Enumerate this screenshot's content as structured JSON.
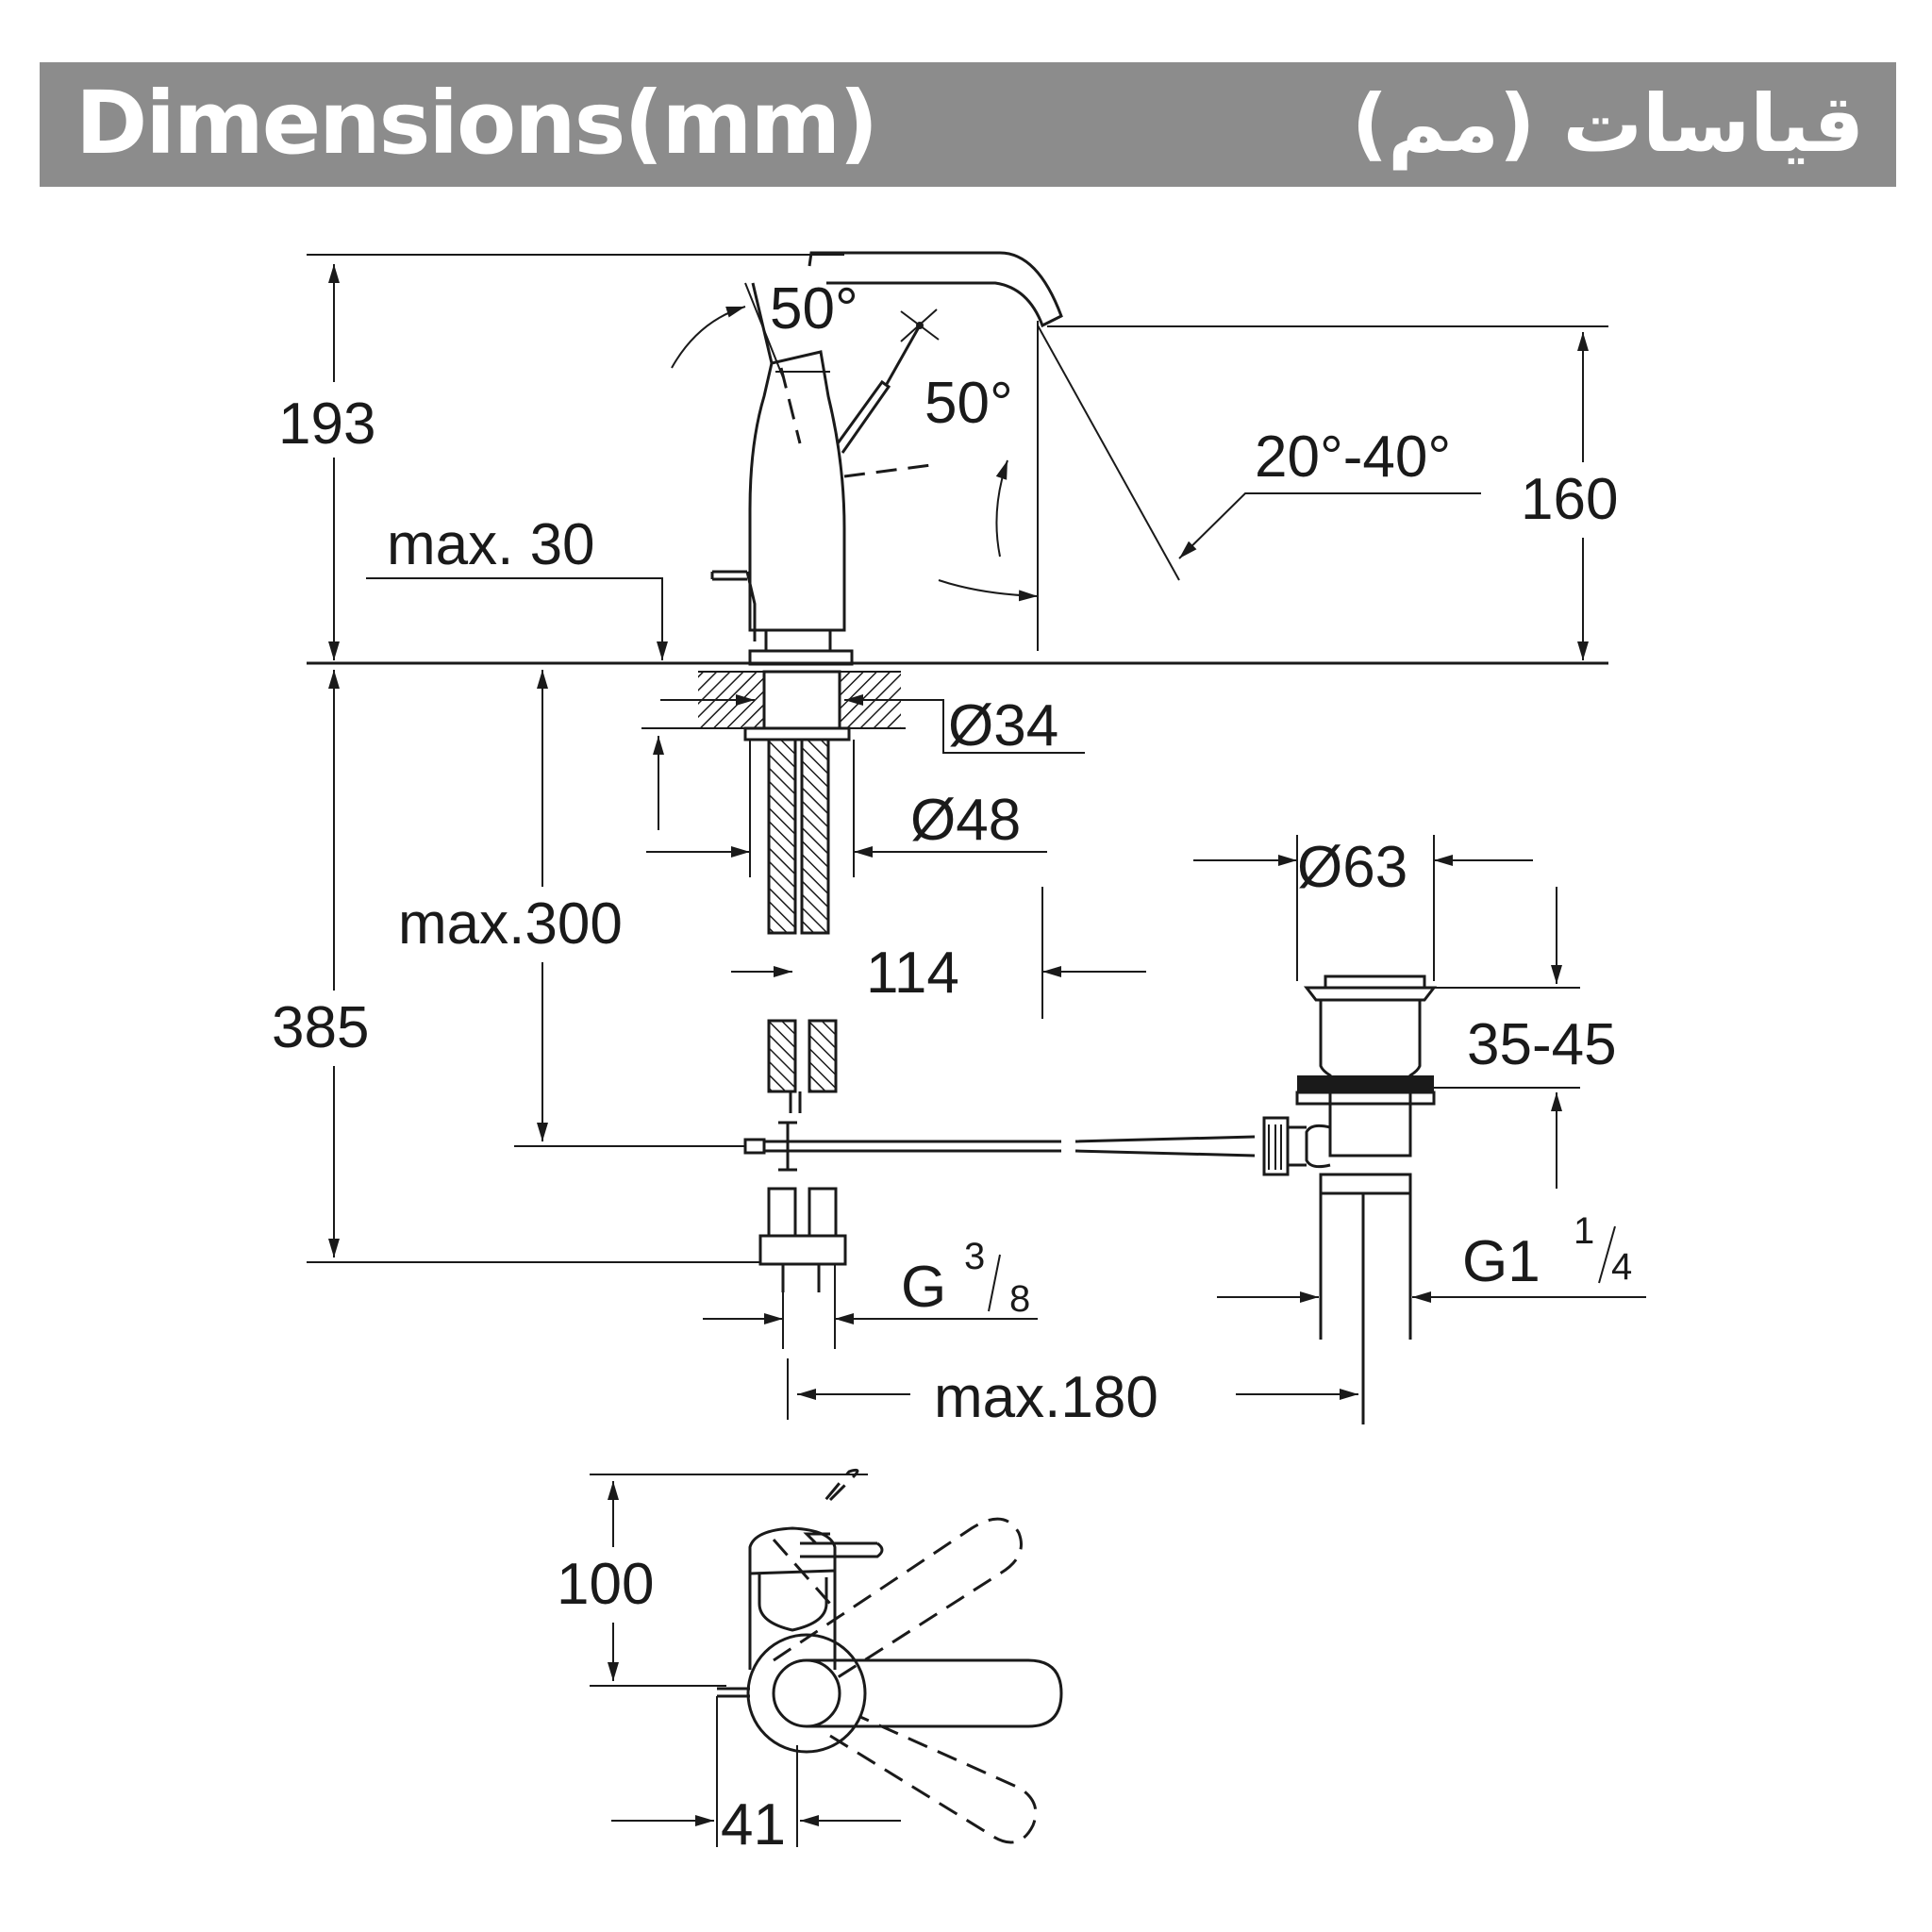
{
  "header": {
    "title_en": "Dimensions(mm)",
    "title_ar": "قياسات (مم)",
    "bg_color": "#8c8c8c",
    "text_color": "#ffffff"
  },
  "dimensions": {
    "d193": "193",
    "d160": "160",
    "angle_top": "50°",
    "angle_mid": "50°",
    "angle_range": "20°-40°",
    "max30": "max. 30",
    "d34": "Ø34",
    "d48": "Ø48",
    "d63": "Ø63",
    "max300": "max.300",
    "d385": "385",
    "d114": "114",
    "d35_45": "35-45",
    "g38_base": "G",
    "g38_num": "3",
    "g38_den": "8",
    "g114_base": "G1",
    "g114_num": "1",
    "g114_den": "4",
    "max180": "max.180",
    "d100": "100",
    "d41": "41"
  },
  "line_color": "#1a1a1a"
}
